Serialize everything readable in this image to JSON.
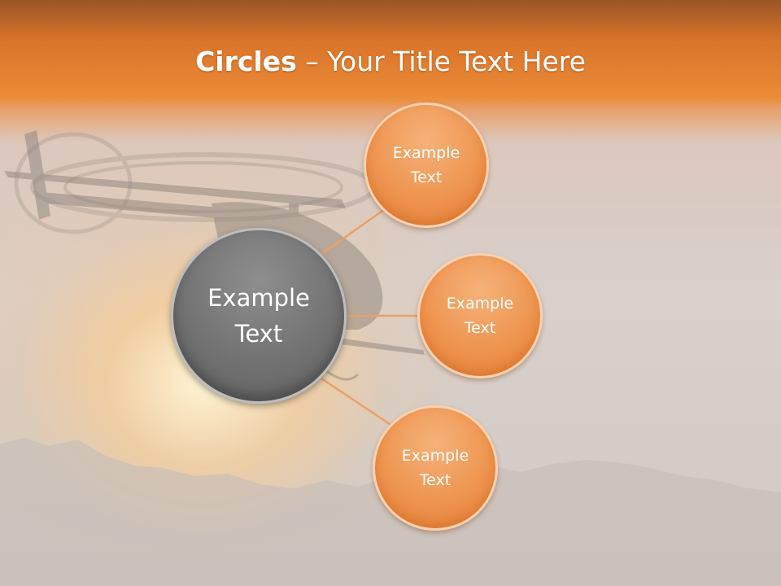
{
  "slide": {
    "title_bold": "Circles",
    "title_rest": " – Your Title Text Here"
  },
  "center_circle": {
    "label": "Example\nText",
    "color": "#6e6e6e"
  },
  "outer_circles": [
    {
      "label": "Example\nText"
    },
    {
      "label": "Example\nText"
    },
    {
      "label": "Example\nText"
    }
  ],
  "colors": {
    "accent": "#ec8a35",
    "circle_orange": "#ee9550",
    "connector": "#eaa068"
  }
}
